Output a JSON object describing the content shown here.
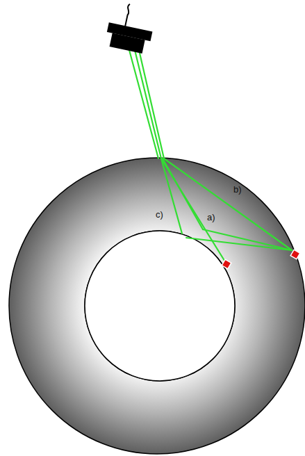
{
  "diagram": {
    "labels": [
      "b)",
      "c)",
      "a)"
    ]
  }
}
